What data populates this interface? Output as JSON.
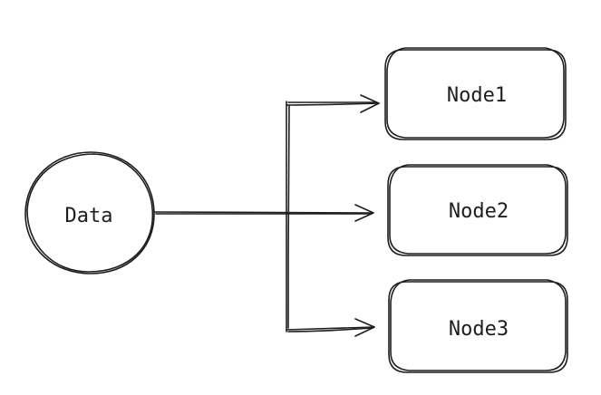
{
  "diagram": {
    "source": {
      "label": "Data",
      "shape": "circle"
    },
    "targets": [
      {
        "label": "Node1",
        "shape": "rounded-rectangle"
      },
      {
        "label": "Node2",
        "shape": "rounded-rectangle"
      },
      {
        "label": "Node3",
        "shape": "rounded-rectangle"
      }
    ],
    "edges": [
      {
        "from": "Data",
        "to": "Node1"
      },
      {
        "from": "Data",
        "to": "Node2"
      },
      {
        "from": "Data",
        "to": "Node3"
      }
    ],
    "colors": {
      "stroke": "#1e1e1e",
      "background": "#ffffff"
    }
  }
}
